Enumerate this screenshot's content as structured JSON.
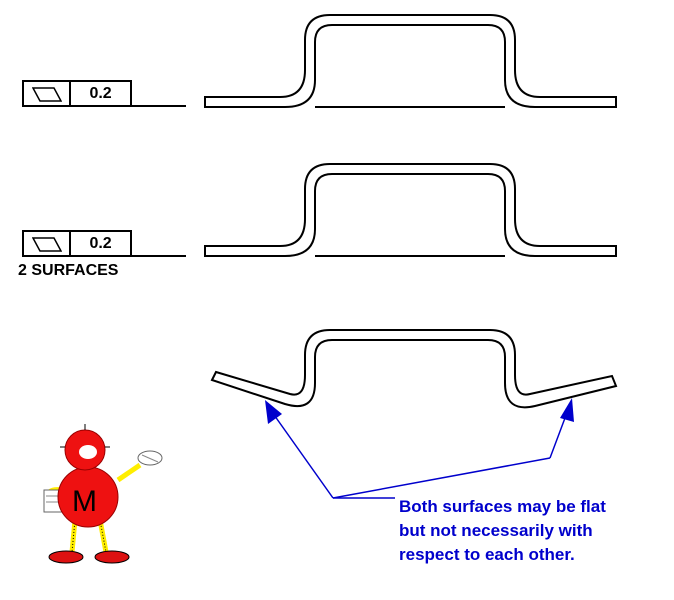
{
  "frame1": {
    "symbol": "flatness-icon",
    "tolerance": "0.2"
  },
  "frame2": {
    "symbol": "flatness-icon",
    "tolerance": "0.2",
    "note": "2 SURFACES"
  },
  "annotation": {
    "lines": [
      "Both surfaces may be flat",
      "but not necessarily with",
      "respect to each other."
    ],
    "color": "#0000cc"
  },
  "mascot": {
    "letter": "M",
    "body_color": "#ee1111",
    "limb_color": "#ffee00"
  }
}
